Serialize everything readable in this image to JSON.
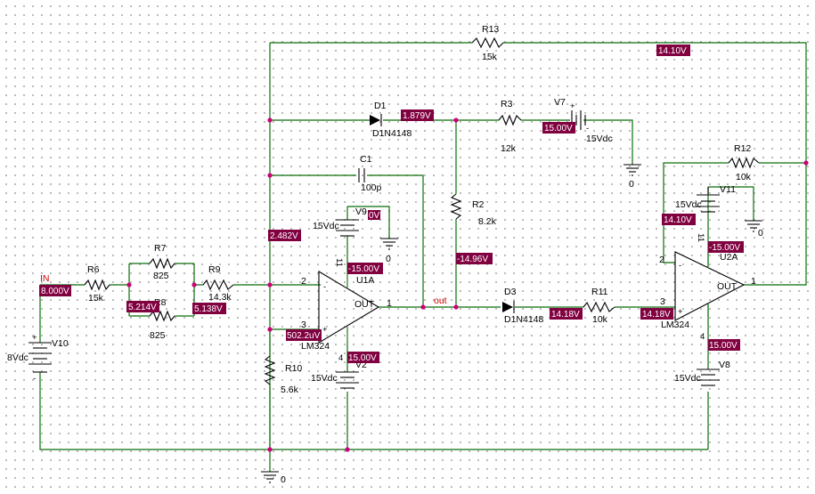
{
  "colors": {
    "wire": "#0a6e0a",
    "junction": "#cc0077",
    "voltage_box": "#800040",
    "net_label": "#cc0000",
    "component": "#000000",
    "grid_dot": "#a8a8a8"
  },
  "net_labels": {
    "in": "IN",
    "out": "out"
  },
  "components": {
    "r13": {
      "ref": "R13",
      "value": "15k"
    },
    "d1": {
      "ref": "D1",
      "model": "D1N4148"
    },
    "r3": {
      "ref": "R3",
      "value": "12k"
    },
    "v7": {
      "ref": "V7",
      "value": "15Vdc"
    },
    "c1": {
      "ref": "C1",
      "value": "100p"
    },
    "r2": {
      "ref": "R2",
      "value": "8.2k"
    },
    "r12": {
      "ref": "R12",
      "value": "10k"
    },
    "v11": {
      "ref": "V11",
      "value": "15Vdc"
    },
    "v9": {
      "ref": "V9",
      "value": "15Vdc"
    },
    "r7": {
      "ref": "R7",
      "value": "825"
    },
    "r8": {
      "ref": "R8",
      "value": "825"
    },
    "r6": {
      "ref": "R6",
      "value": "15k"
    },
    "r9": {
      "ref": "R9",
      "value": "14.3k"
    },
    "u1a": {
      "ref": "U1A",
      "part": "LM324",
      "pin_minus": "2",
      "pin_plus": "3",
      "pin_out": "1",
      "pin_vcc": "11",
      "pin_vee": "4",
      "out_label": "OUT"
    },
    "u2a": {
      "ref": "U2A",
      "part": "LM324",
      "pin_minus": "2",
      "pin_plus": "3",
      "pin_out": "1",
      "pin_vcc": "11",
      "pin_vee": "4",
      "out_label": "OUT"
    },
    "d3": {
      "ref": "D3",
      "model": "D1N4148"
    },
    "r11": {
      "ref": "R11",
      "value": "10k"
    },
    "v10": {
      "ref": "V10",
      "value": "8Vdc"
    },
    "r10": {
      "ref": "R10",
      "value": "5.6k"
    },
    "v2": {
      "ref": "V2",
      "value": "15Vdc"
    },
    "v8": {
      "ref": "V8",
      "value": "15Vdc"
    }
  },
  "ground_label": "0",
  "polarity": {
    "plus": "+",
    "minus": "-"
  },
  "voltages": {
    "r13_right": "14.10V",
    "d1_cathode": "1.879V",
    "v7_plus": "15.00V",
    "v9": "0V",
    "u1_vcc": "-15.00V",
    "u1_inv": "2.482V",
    "in": "8.000V",
    "r8_left": "5.214V",
    "r9_left": "5.138V",
    "u1_noninv": "502.2uV",
    "u1_vee": "15.00V",
    "r2_bottom": "-14.96V",
    "d3_cathode": "14.18V",
    "u2_noninv": "14.18V",
    "u2_inv": "14.10V",
    "u2_vcc": "-15.00V",
    "u2_vee": "15.00V"
  }
}
